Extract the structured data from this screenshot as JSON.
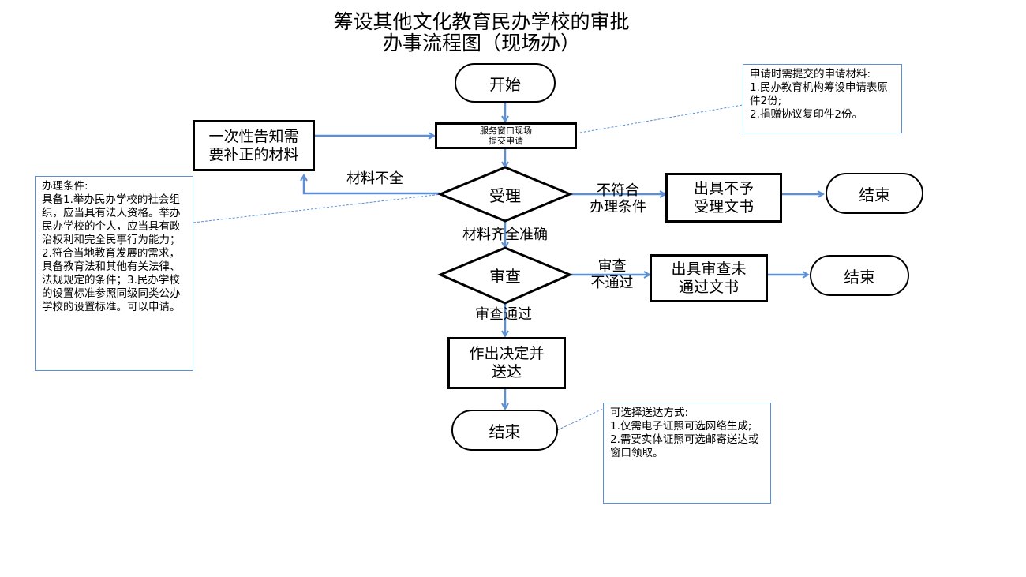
{
  "title": {
    "line1": "筹设其他文化教育民办学校的审批",
    "line2": "办事流程图（现场办）"
  },
  "nodes": {
    "start": "开始",
    "submit": "服务窗口现场\n提交申请",
    "notify_supplement": "一次性告知需\n要补正的材料",
    "accept": "受理",
    "reject_doc": "出具不予\n受理文书",
    "end_reject": "结束",
    "review": "审查",
    "review_fail_doc": "出具审查未\n通过文书",
    "end_review_fail": "结束",
    "decide_deliver": "作出决定并\n送达",
    "end_final": "结束"
  },
  "edge_labels": {
    "incomplete": "材料不全",
    "not_eligible": "不符合\n办理条件",
    "complete": "材料齐全准确",
    "review_fail": "审查\n不通过",
    "review_pass": "审查通过"
  },
  "notes": {
    "materials": "申请时需提交的申请材料:\n1.民办教育机构筹设申请表原件2份;\n2.捐赠协议复印件2份。",
    "conditions": "办理条件:\n具备1.举办民办学校的社会组织，应当具有法人资格。举办民办学校的个人，应当具有政治权利和完全民事行为能力；2.符合当地教育发展的需求，具备教育法和其他有关法律、法规规定的条件；3.民办学校的设置标准参照同级同类公办学校的设置标准。可以申请。",
    "delivery": "可选择送达方式:\n1.仅需电子证照可选网络生成;\n2.需要实体证照可选邮寄送达或窗口领取。"
  },
  "colors": {
    "connector": "#5b8fd6",
    "border": "#000000",
    "note_border": "#5b8fd6"
  }
}
